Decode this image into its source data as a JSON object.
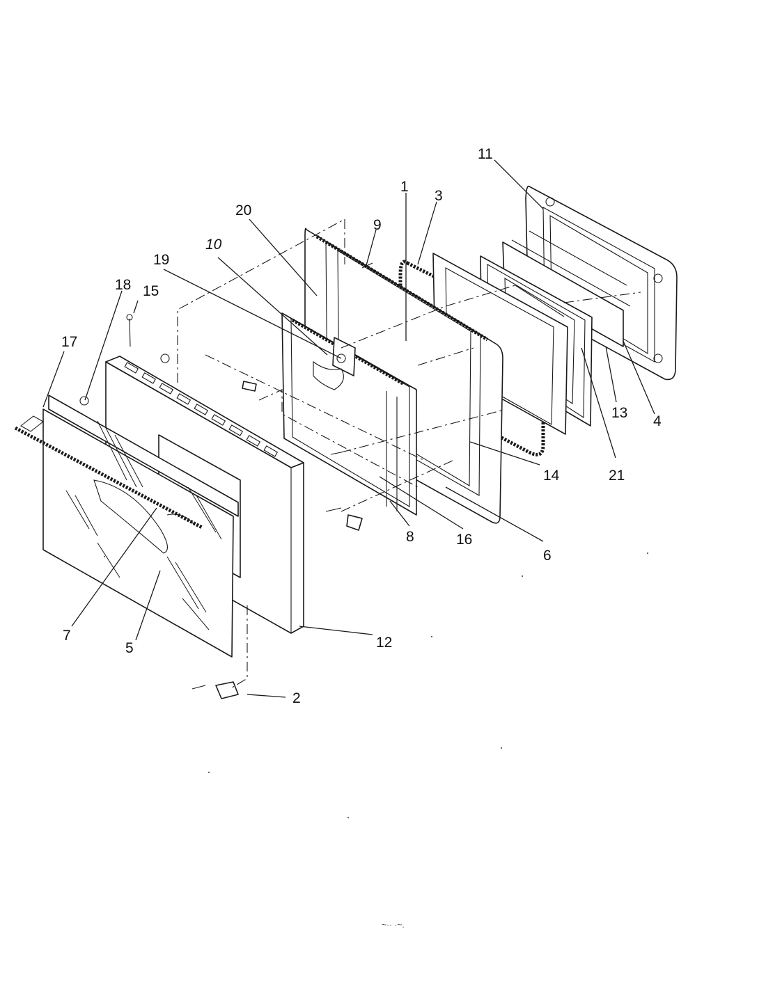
{
  "diagram": {
    "callouts": [
      {
        "id": "callout-1",
        "label": "1"
      },
      {
        "id": "callout-2",
        "label": "2"
      },
      {
        "id": "callout-3",
        "label": "3"
      },
      {
        "id": "callout-4",
        "label": "4"
      },
      {
        "id": "callout-5",
        "label": "5"
      },
      {
        "id": "callout-6",
        "label": "6"
      },
      {
        "id": "callout-7",
        "label": "7"
      },
      {
        "id": "callout-8",
        "label": "8"
      },
      {
        "id": "callout-9",
        "label": "9"
      },
      {
        "id": "callout-10",
        "label": "10"
      },
      {
        "id": "callout-11",
        "label": "11"
      },
      {
        "id": "callout-12",
        "label": "12"
      },
      {
        "id": "callout-13",
        "label": "13"
      },
      {
        "id": "callout-14",
        "label": "14"
      },
      {
        "id": "callout-15",
        "label": "15"
      },
      {
        "id": "callout-16",
        "label": "16"
      },
      {
        "id": "callout-17",
        "label": "17"
      },
      {
        "id": "callout-18",
        "label": "18"
      },
      {
        "id": "callout-19",
        "label": "19"
      },
      {
        "id": "callout-20",
        "label": "20"
      },
      {
        "id": "callout-21",
        "label": "21"
      }
    ],
    "footer_mark": "~·· ·~."
  }
}
